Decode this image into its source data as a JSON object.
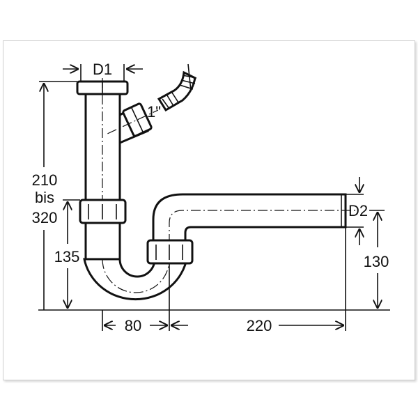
{
  "labels": {
    "d1": "D1",
    "d2": "D2",
    "branch": "1\"",
    "height_line1": "210",
    "height_line2": "bis",
    "height_line3": "320",
    "trap_height": "135",
    "outlet_height": "130",
    "trap_width": "80",
    "outlet_length": "220"
  }
}
